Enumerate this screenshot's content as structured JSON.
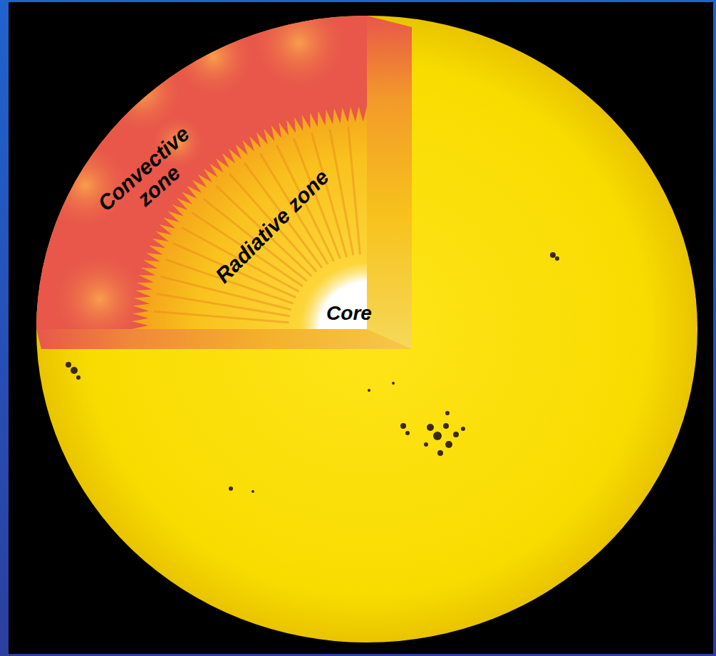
{
  "diagram": {
    "labels": [
      "Convective zone",
      "Radiative zone",
      "Core"
    ]
  }
}
